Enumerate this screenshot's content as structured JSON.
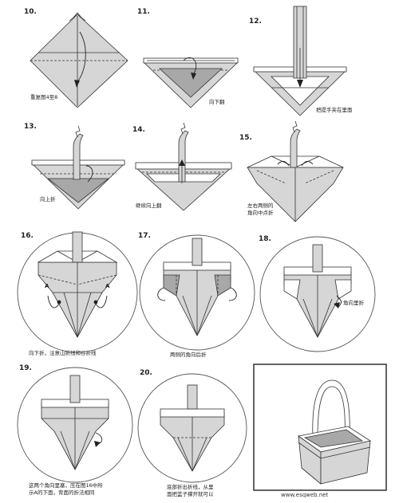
{
  "steps": [
    {
      "num": "10.",
      "caption": "重复图4至8"
    },
    {
      "num": "11.",
      "caption": "向下翻"
    },
    {
      "num": "12.",
      "caption": "把提手夹在里面"
    },
    {
      "num": "13.",
      "caption": "向上折"
    },
    {
      "num": "14.",
      "caption": "继续向上翻"
    },
    {
      "num": "15.",
      "caption": "左右两侧的角向中点折"
    },
    {
      "num": "16.",
      "caption": "向下折，注意山折线和谷折线"
    },
    {
      "num": "17.",
      "caption": "两侧的角向后折"
    },
    {
      "num": "18.",
      "caption": "角向里折"
    },
    {
      "num": "19.",
      "caption": "这两个角向里塞，压在图16中所示A的下面，背面的折法相同"
    },
    {
      "num": "20.",
      "caption": "底部折出折线，从里面把篮子撑开就可以"
    }
  ],
  "captions_wrapped": {
    "step15": [
      "左右两侧的",
      "角向中点折"
    ],
    "step19": [
      "这两个角向里塞，压在图16中所",
      "示A的下面，背面的折法相同"
    ],
    "step20": [
      "底部折出折线，从里",
      "面把篮子撑开就可以"
    ]
  },
  "fold_label": "A",
  "site": "www.esqweb.net"
}
